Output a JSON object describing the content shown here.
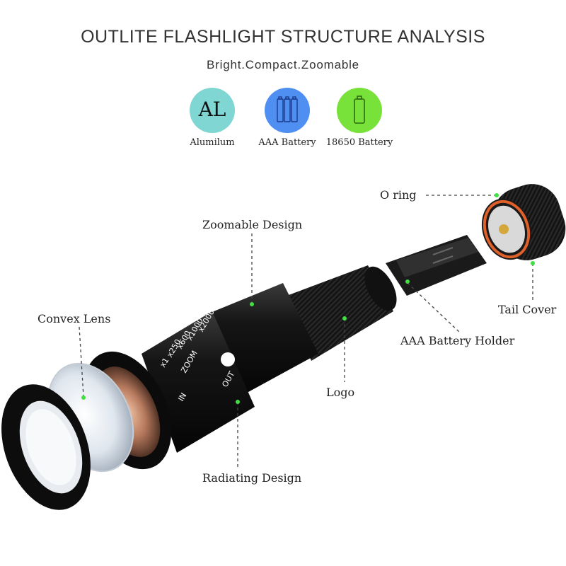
{
  "header": {
    "title": "OUTLITE FLASHLIGHT STRUCTURE ANALYSIS",
    "subtitle": "Bright.Compact.Zoomable"
  },
  "features": [
    {
      "label": "Alumilum",
      "badge_text": "AL",
      "color": "#7fd6d2",
      "icon": "aluminum-badge-icon"
    },
    {
      "label": "AAA Battery",
      "badge_text": "",
      "color": "#4f8ff2",
      "icon": "aaa-battery-icon"
    },
    {
      "label": "18650 Battery",
      "badge_text": "",
      "color": "#79e23a",
      "icon": "18650-battery-icon"
    }
  ],
  "callouts": {
    "o_ring": "O ring",
    "zoomable_design": "Zoomable Design",
    "convex_lens": "Convex Lens",
    "tail_cover": "Tail Cover",
    "aaa_battery_holder": "AAA Battery Holder",
    "logo": "Logo",
    "radiating_design": "Radiating Design"
  },
  "flashlight_markings": {
    "zoom": "ZOOM",
    "out": "OUT",
    "in": "IN",
    "scales": [
      "x2000",
      "x1000",
      "x600",
      "x250",
      "x1"
    ]
  },
  "colors": {
    "leader_line": "#444444",
    "dot": "#3fe03f",
    "body": "#111111",
    "o_ring": "#e0602a"
  }
}
